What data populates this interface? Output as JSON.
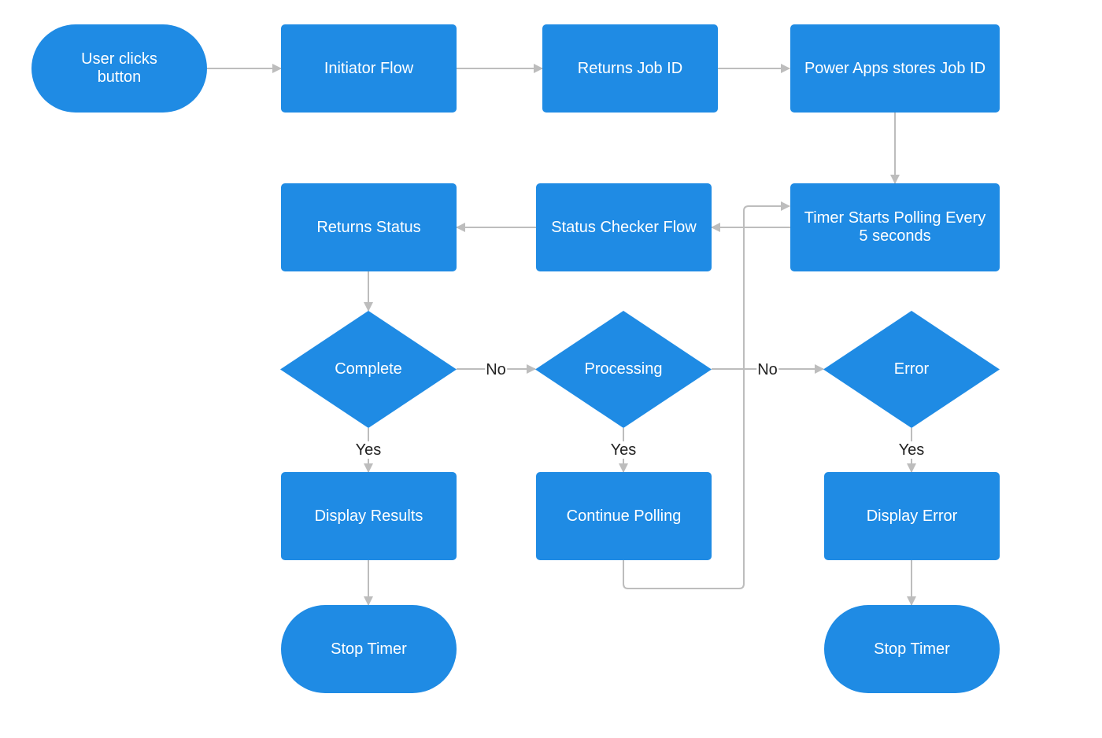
{
  "nodes": {
    "user_clicks": "User clicks\nbutton",
    "initiator_flow": "Initiator Flow",
    "returns_job_id": "Returns Job ID",
    "power_apps_stores": "Power Apps stores Job ID",
    "timer_starts": "Timer Starts Polling Every\n5 seconds",
    "status_checker": "Status Checker Flow",
    "returns_status": "Returns Status",
    "complete": "Complete",
    "processing": "Processing",
    "error": "Error",
    "display_results": "Display Results",
    "continue_polling": "Continue Polling",
    "display_error": "Display Error",
    "stop_timer_left": "Stop Timer",
    "stop_timer_right": "Stop Timer"
  },
  "edge_labels": {
    "complete_no": "No",
    "processing_no": "No",
    "complete_yes": "Yes",
    "processing_yes": "Yes",
    "error_yes": "Yes"
  },
  "colors": {
    "node_fill": "#1f8be4",
    "connector": "#bdbdbd",
    "text_on_node": "#ffffff",
    "edge_label_text": "#222222"
  }
}
